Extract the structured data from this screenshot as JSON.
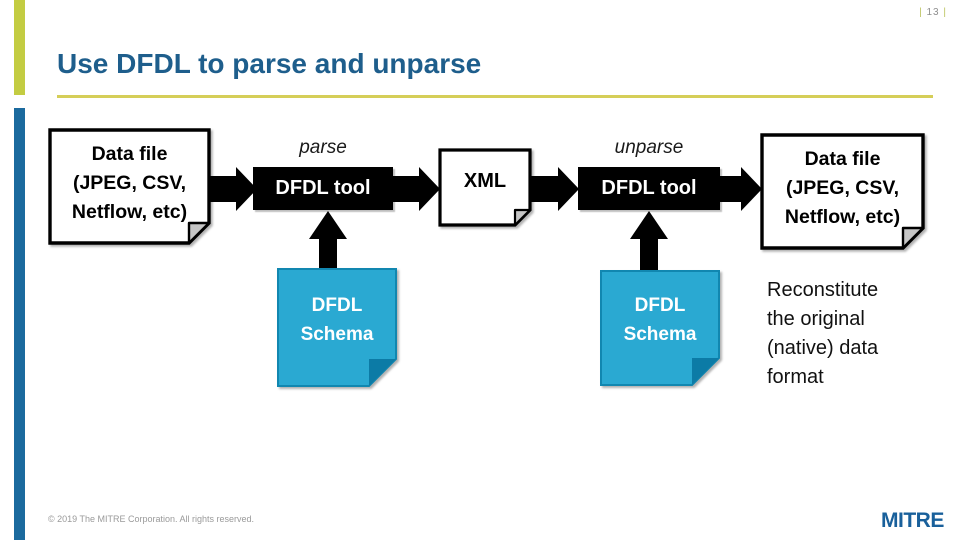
{
  "page_marker": {
    "left": "|",
    "number": "13",
    "right": "|"
  },
  "title": "Use DFDL to parse and unparse",
  "diagram": {
    "datafile_left": "Data file\n(JPEG, CSV,\nNetflow, etc)",
    "parse_label": "parse",
    "dfdl_tool_left": "DFDL tool",
    "xml_label": "XML",
    "unparse_label": "unparse",
    "dfdl_tool_right": "DFDL tool",
    "datafile_right": "Data file\n(JPEG, CSV,\nNetflow, etc)",
    "schema_left": "DFDL\nSchema",
    "schema_right": "DFDL\nSchema",
    "note": "Reconstitute\nthe original\n(native) data\nformat"
  },
  "footer": {
    "copyright": "© 2019 The MITRE Corporation. All rights reserved.",
    "logo": "MITRE"
  },
  "colors": {
    "title_blue": "#1e5e8c",
    "accent_yellow": "#c3cc42",
    "accent_blue": "#1b6a9e",
    "underline_yellow": "#d5ce58",
    "schema_cyan": "#2aa9d2",
    "schema_fold_cyan": "#0c7ba6",
    "arrow_black": "#000000",
    "logo_blue": "#19609b"
  }
}
